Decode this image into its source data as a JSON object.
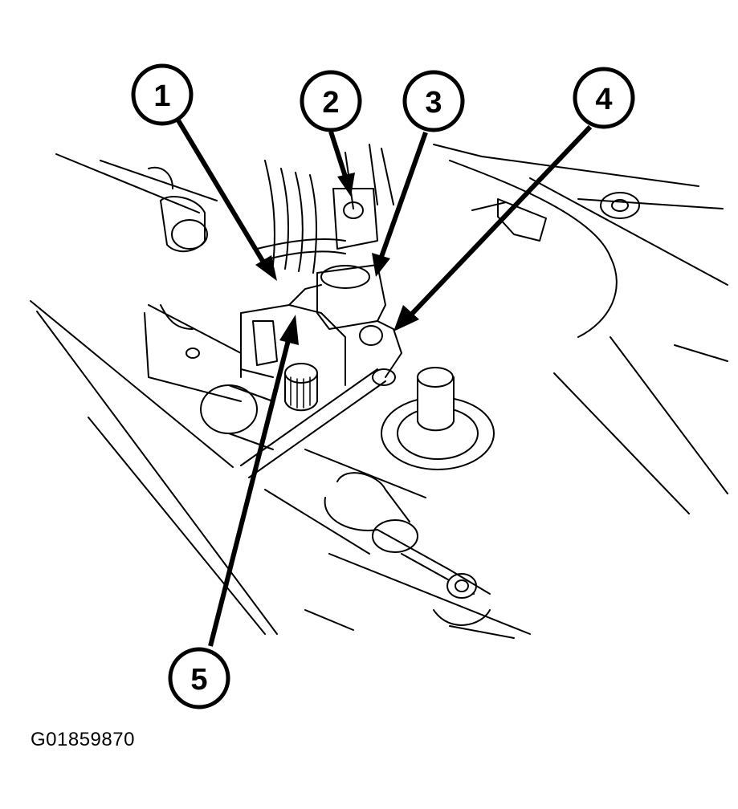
{
  "callouts": [
    {
      "id": "callout-1",
      "label": "1"
    },
    {
      "id": "callout-2",
      "label": "2"
    },
    {
      "id": "callout-3",
      "label": "3"
    },
    {
      "id": "callout-4",
      "label": "4"
    },
    {
      "id": "callout-5",
      "label": "5"
    }
  ],
  "figure_id": "G01859870"
}
